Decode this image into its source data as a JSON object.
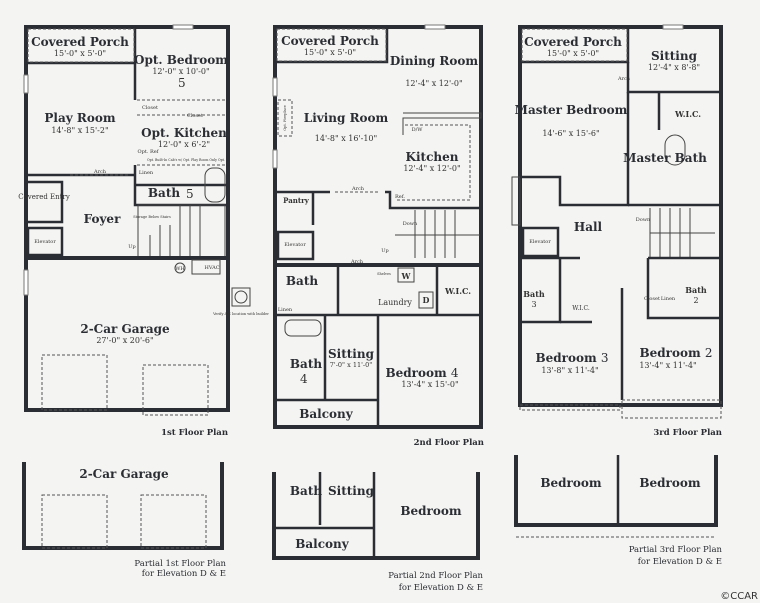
{
  "floor1": {
    "caption": "1st Floor Plan",
    "rooms": {
      "covered_porch": {
        "name": "Covered Porch",
        "dims": "15'-0\" x 5'-0\""
      },
      "opt_bedroom": {
        "name": "Opt. Bedroom",
        "dims": "12'-0\" x 10'-0\"",
        "num": "5"
      },
      "play_room": {
        "name": "Play Room",
        "dims": "14'-8\" x 15'-2\""
      },
      "opt_kitchen": {
        "name": "Opt. Kitchen",
        "dims": "12'-0\" x 6'-2\""
      },
      "bath": {
        "name": "Bath",
        "num": "5"
      },
      "covered_entry": {
        "name": "Covered Entry"
      },
      "foyer": {
        "name": "Foyer"
      },
      "garage": {
        "name": "2-Car Garage",
        "dims": "27'-0\" x 20'-6\""
      }
    },
    "labels": {
      "closet": "Closet",
      "arch": "Arch",
      "linen": "Linen",
      "storage": "Storage Below Stairs",
      "elevator": "Elevator",
      "up": "Up",
      "wh": "WH",
      "hvac": "HVAC",
      "opt_ref": "Opt. Ref",
      "builtins": "Opt. Built-In Cab's w/ Opt. Play Room Only Opt.",
      "verify_ac": "Verify A/C location with builder"
    }
  },
  "floor2": {
    "caption": "2nd Floor Plan",
    "rooms": {
      "covered_porch": {
        "name": "Covered Porch",
        "dims": "15'-0\" x 5'-0\""
      },
      "dining": {
        "name": "Dining Room",
        "dims": "12'-4\" x 12'-0\""
      },
      "living": {
        "name": "Living Room",
        "dims": "14'-8\" x 16'-10\""
      },
      "kitchen": {
        "name": "Kitchen",
        "dims": "12'-4\" x 12'-0\""
      },
      "pantry": {
        "name": "Pantry"
      },
      "bath": {
        "name": "Bath"
      },
      "laundry": {
        "name": "Laundry"
      },
      "wic": {
        "name": "W.I.C."
      },
      "bath4": {
        "name": "Bath",
        "num": "4"
      },
      "sitting": {
        "name": "Sitting",
        "dims": "7'-0\" x 11'-0\""
      },
      "bedroom4": {
        "name": "Bedroom",
        "num": "4",
        "dims": "13'-4\" x 15'-0\""
      },
      "balcony": {
        "name": "Balcony"
      }
    },
    "labels": {
      "arch": "Arch",
      "elevator": "Elevator",
      "down": "Down",
      "up": "Up",
      "ref": "Ref.",
      "dw": "D/W",
      "opt_fireplace": "Opt. Fireplace",
      "linen": "Linen",
      "shelves": "Shelves",
      "w": "W",
      "d": "D"
    }
  },
  "floor3": {
    "caption": "3rd Floor Plan",
    "rooms": {
      "covered_porch": {
        "name": "Covered Porch",
        "dims": "15'-0\" x 5'-0\""
      },
      "sitting": {
        "name": "Sitting",
        "dims": "12'-4\" x 8'-8\""
      },
      "master_bedroom": {
        "name": "Master Bedroom",
        "dims": "14'-6\" x 15'-6\""
      },
      "wic": {
        "name": "W.I.C."
      },
      "master_bath": {
        "name": "Master Bath"
      },
      "hall": {
        "name": "Hall"
      },
      "bath3": {
        "name": "Bath",
        "num": "3"
      },
      "wic2": {
        "name": "W.I.C."
      },
      "bath2": {
        "name": "Bath",
        "num": "2"
      },
      "bedroom3": {
        "name": "Bedroom",
        "num": "3",
        "dims": "13'-8\" x 11'-4\""
      },
      "bedroom2": {
        "name": "Bedroom",
        "num": "2",
        "dims": "13'-4\" x 11'-4\""
      }
    },
    "labels": {
      "arch": "Arch",
      "elevator": "Elevator",
      "down": "Down",
      "closet": "Closet",
      "linen": "Linen"
    }
  },
  "partials": {
    "p1": {
      "room": "2-Car Garage",
      "caption1": "Partial 1st Floor Plan",
      "caption2": "for Elevation D & E"
    },
    "p2": {
      "bath": "Bath",
      "sitting": "Sitting",
      "bedroom": "Bedroom",
      "balcony": "Balcony",
      "caption1": "Partial 2nd Floor Plan",
      "caption2": "for Elevation D & E"
    },
    "p3": {
      "bedroom_a": "Bedroom",
      "bedroom_b": "Bedroom",
      "caption1": "Partial 3rd Floor Plan",
      "caption2": "for Elevation D & E"
    }
  },
  "copyright": "©CCAR"
}
